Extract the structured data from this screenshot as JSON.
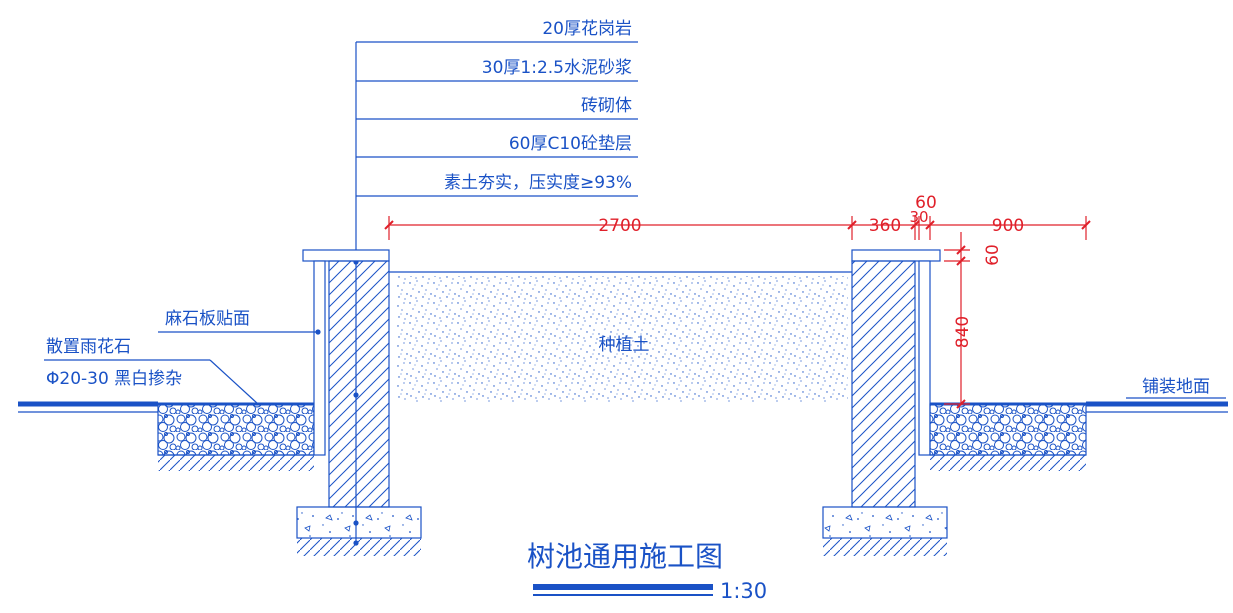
{
  "colors": {
    "line": "#1a52c6",
    "dimension": "#e0202a",
    "title_bar": "#1a52c6",
    "background": "#ffffff"
  },
  "layers": [
    "20厚花岗岩",
    "30厚1:2.5水泥砂浆",
    "砖砌体",
    "60厚C10砼垫层",
    "素土夯实，压实度≥93%"
  ],
  "labels": {
    "stone_facing": "麻石板贴面",
    "gravel_line1": "散置雨花石",
    "gravel_line2": "Φ20-30 黑白掺杂",
    "soil": "种植土",
    "paving": "铺装地面"
  },
  "dimensions": {
    "pit_width": "2700",
    "wall_thickness": "360",
    "offset_60": "60",
    "offset_30": "30",
    "paving_width": "900",
    "cap_thickness": "60",
    "height": "840"
  },
  "title": {
    "main": "树池通用施工图",
    "scale": "1:30"
  }
}
